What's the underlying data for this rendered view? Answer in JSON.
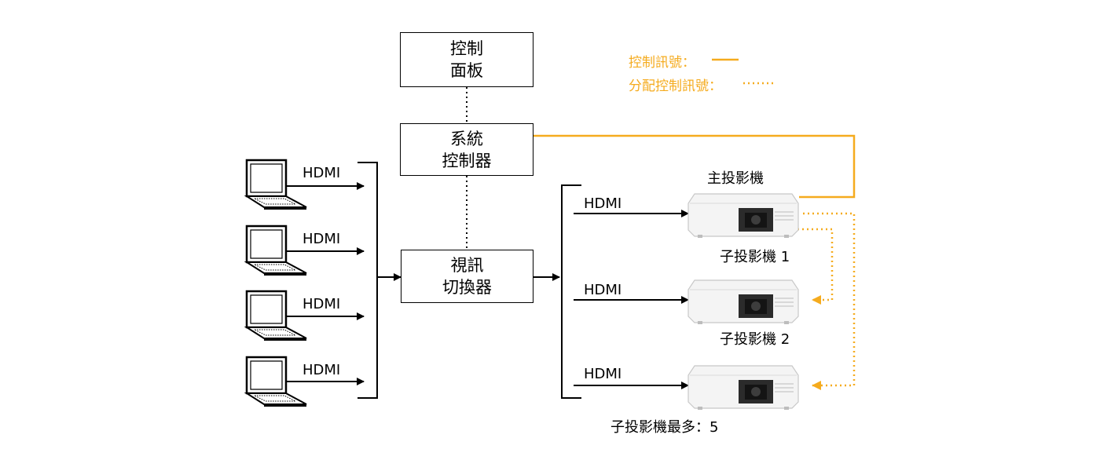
{
  "boxes": {
    "control_panel": [
      "控制",
      "面板"
    ],
    "system_controller": [
      "系統",
      "控制器"
    ],
    "video_switcher": [
      "視訊",
      "切換器"
    ]
  },
  "connection_label": "HDMI",
  "projectors": {
    "main": "主投影機",
    "sub1": "子投影機 1",
    "sub2": "子投影機 2",
    "max": "子投影機最多：5"
  },
  "legend": {
    "control_signal": "控制訊號：",
    "distributed_control_signal": "分配控制訊號："
  },
  "colors": {
    "signal": "#f5ab1e",
    "line": "#000000"
  }
}
